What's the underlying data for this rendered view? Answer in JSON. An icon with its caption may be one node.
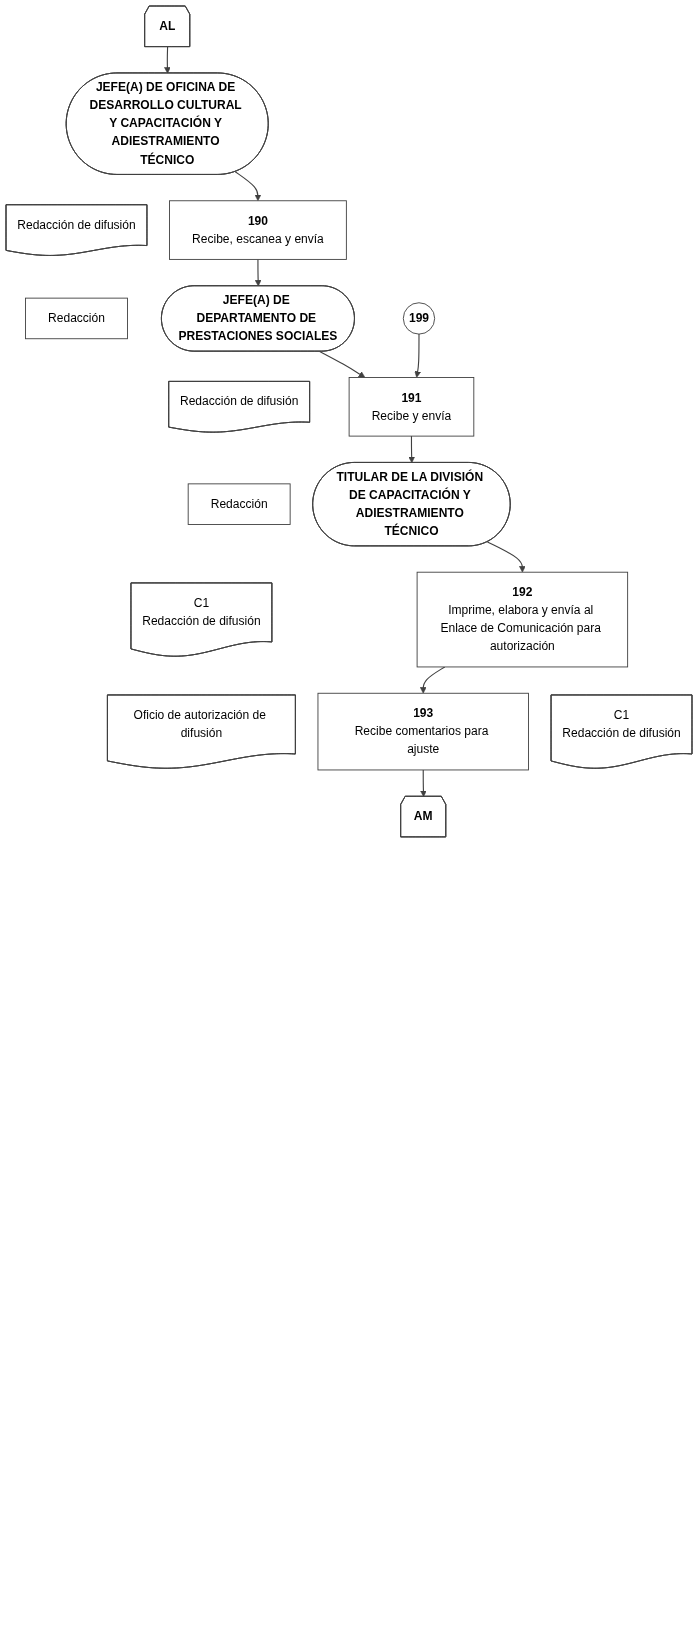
{
  "diagram": {
    "nodes": [
      {
        "text": [
          "AL"
        ]
      },
      {
        "text": [
          "JEFE(A) DE OFICINA DE DESARROLLO CULTURAL Y CAPACITACIÓN Y ADIESTRAMIENTO TÉCNICO"
        ]
      },
      {
        "text": [
          "190",
          "Recibe, escanea y envía"
        ]
      },
      {
        "text": [
          "Redacción de difusión"
        ]
      },
      {
        "text": [
          "Redacción"
        ]
      },
      {
        "text": [
          "JEFE(A) DE DEPARTAMENTO DE PRESTACIONES SOCIALES"
        ]
      },
      {
        "text": [
          "191",
          "Recibe y envía"
        ]
      },
      {
        "text": [
          "199"
        ]
      },
      {
        "text": [
          "Redacción de difusión"
        ]
      },
      {
        "text": [
          "Redacción"
        ]
      },
      {
        "text": [
          "TITULAR DE LA DIVISIÓN DE CAPACITACIÓN Y ADIESTRAMIENTO TÉCNICO"
        ]
      },
      {
        "text": [
          "192",
          "Imprime, elabora y envía al Enlace de Comunicación para autorización"
        ]
      },
      {
        "text": [
          "C1",
          "Redacción de difusión"
        ]
      },
      {
        "text": [
          "Oficio de autorización de difusión"
        ]
      },
      {
        "text": [
          "193",
          "Recibe comentarios para ajuste"
        ]
      },
      {
        "text": [
          "C1",
          "Redacción de difusión"
        ]
      },
      {
        "text": [
          "AM"
        ]
      }
    ],
    "edges": [
      {
        "from": 0,
        "to": 1,
        "arrow": "to"
      },
      {
        "from": 1,
        "to": 2,
        "arrow": "to"
      },
      {
        "from": 2,
        "to": 5,
        "arrow": "to"
      },
      {
        "from": 5,
        "to": 6,
        "arrow": "to"
      },
      {
        "from": 7,
        "to": 6,
        "arrow": "to"
      },
      {
        "from": 6,
        "to": 10,
        "arrow": "to"
      },
      {
        "from": 10,
        "to": 11,
        "arrow": "to"
      },
      {
        "from": 11,
        "to": 14,
        "arrow": "to"
      },
      {
        "from": 14,
        "to": 16,
        "arrow": "to"
      }
    ]
  }
}
